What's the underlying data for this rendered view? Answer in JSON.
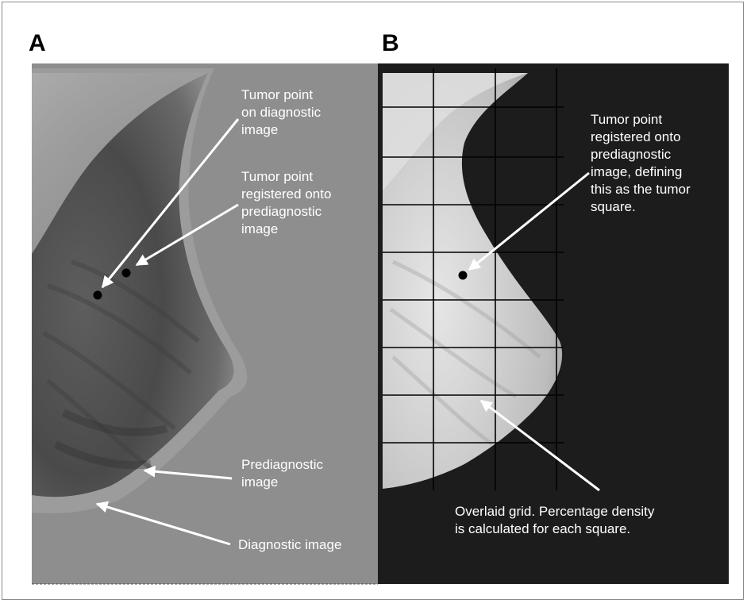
{
  "panels": {
    "a": {
      "letter": "A",
      "labels": {
        "tumor_diag": "Tumor point\non diagnostic\nimage",
        "tumor_reg": "Tumor point\nregistered onto\nprediagnostic\nimage",
        "prediag": "Prediagnostic\nimage",
        "diag": "Diagnostic image"
      }
    },
    "b": {
      "letter": "B",
      "labels": {
        "tumor_square": "Tumor point\nregistered onto\nprediagnostic\nimage, defining\nthis as the tumor\nsquare.",
        "grid": "Overlaid grid. Percentage density\nis calculated for each square."
      }
    }
  },
  "colors": {
    "panel_a_background": "#8e8e8e",
    "panel_b_background": "#1c1c1c",
    "annotation_text": "#ffffff",
    "grid_lines": "#000000",
    "tumor_point": "#000000"
  }
}
